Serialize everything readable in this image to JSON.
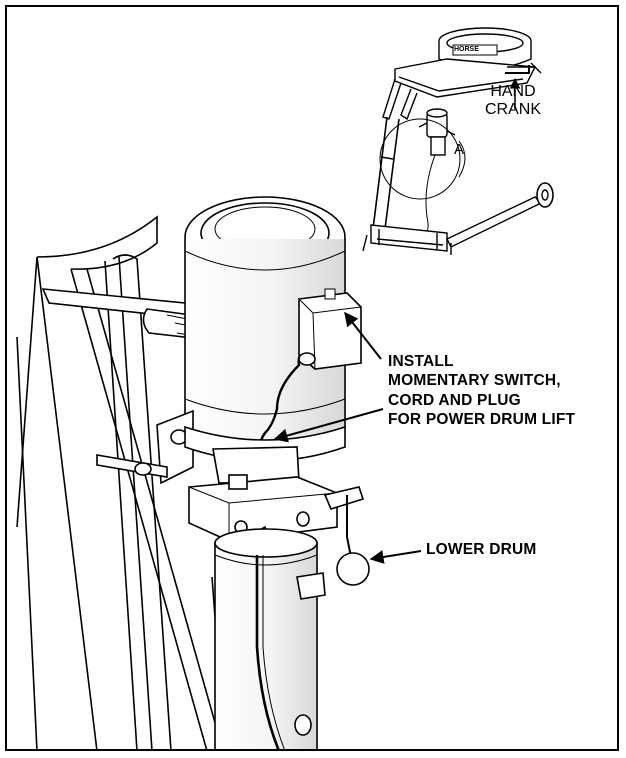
{
  "inset": {
    "hand_crank_label": [
      "HAND",
      "CRANK"
    ],
    "detail_label": "A",
    "brand_mark": "HORSE"
  },
  "callouts": {
    "install": [
      "INSTALL",
      "MOMENTARY SWITCH,",
      "CORD AND PLUG",
      "FOR POWER DRUM LIFT"
    ],
    "lower_drum": "LOWER DRUM"
  }
}
